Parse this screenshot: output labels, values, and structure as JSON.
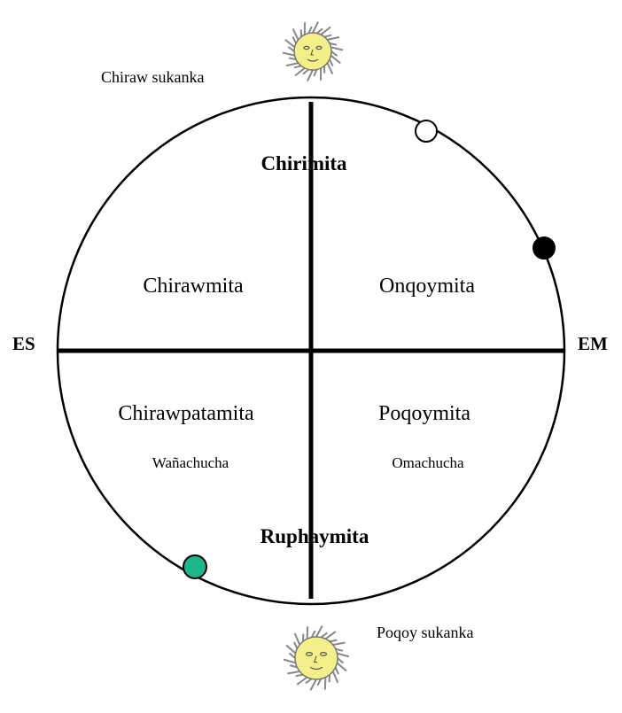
{
  "diagram": {
    "directions": {
      "west": "ES",
      "east": "EM"
    },
    "seasons": {
      "top": "Chirimita",
      "bottom": "Ruphaymita"
    },
    "quadrants": {
      "top_left": "Chirawmita",
      "top_right": "Onqoymita",
      "bottom_left": "Chirawpatamita",
      "bottom_right": "Poqoymita"
    },
    "sublabels": {
      "bottom_left": "Wañachucha",
      "bottom_right": "Omachucha"
    },
    "solstices": {
      "top": "Chiraw sukanka",
      "bottom": "Poqoy sukanka"
    },
    "markers": [
      {
        "name": "white",
        "color": "#ffffff"
      },
      {
        "name": "black",
        "color": "#000000"
      },
      {
        "name": "green",
        "color": "#1fb58a"
      }
    ],
    "colors": {
      "sun": "#f3f08a",
      "sun_rays": "#888888"
    }
  }
}
